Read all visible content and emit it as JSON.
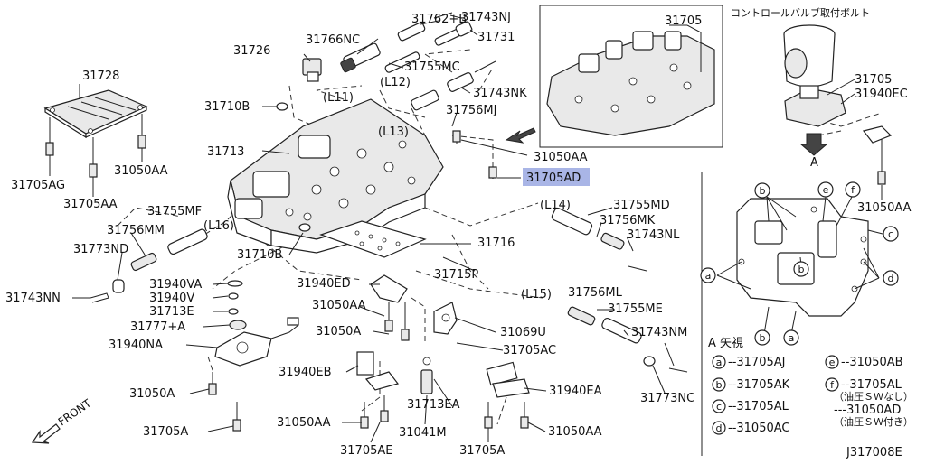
{
  "diagram_code": "J317008E",
  "front_label": "FRONT",
  "inset": {
    "part_label": "31705",
    "title_jp": "コントロールバルブ取付ボルト",
    "view_title": "A 矢視",
    "arrow_letter": "A",
    "labels": [
      "31705",
      "31940EC",
      "31050AA"
    ],
    "circle_codes": [
      "b",
      "e",
      "f",
      "c",
      "d",
      "a",
      "b",
      "a",
      "b"
    ]
  },
  "legend": [
    {
      "code": "a",
      "part": "31705AJ"
    },
    {
      "code": "b",
      "part": "31705AK"
    },
    {
      "code": "c",
      "part": "31705AL"
    },
    {
      "code": "d",
      "part": "31050AC"
    },
    {
      "code": "e",
      "part": "31050AB"
    },
    {
      "code": "f",
      "part": "31705AL",
      "note": "（油圧ＳＷなし）",
      "alt_part": "31050AD",
      "alt_note": "（油圧ＳＷ付き）"
    }
  ],
  "line_codes": [
    "(L11)",
    "(L12)",
    "(L13)",
    "(L14)",
    "(L15)",
    "(L16)"
  ],
  "labels": [
    "31762+B",
    "31743NJ",
    "31766NC",
    "31731",
    "31705",
    "31726",
    "31755MC",
    "31728",
    "31743NK",
    "31710B",
    "31756MJ",
    "31713",
    "31050AA",
    "31705AD",
    "31705AG",
    "31050AA",
    "31705AA",
    "31755MD",
    "31755MF",
    "31756MK",
    "31756MM",
    "31716",
    "31743NL",
    "31773ND",
    "31710B",
    "31715P",
    "31940VA",
    "31940ED",
    "31743NN",
    "31940V",
    "31756ML",
    "31713E",
    "31050AA",
    "31755ME",
    "31777+A",
    "31069U",
    "31050A",
    "31743NM",
    "31940NA",
    "31705AC",
    "31940EB",
    "31773NC",
    "31050A",
    "31713EA",
    "31940EA",
    "31705A",
    "31050AA",
    "31041M",
    "31050AA",
    "31705AE",
    "31705A"
  ],
  "highlighted": "31705AD"
}
